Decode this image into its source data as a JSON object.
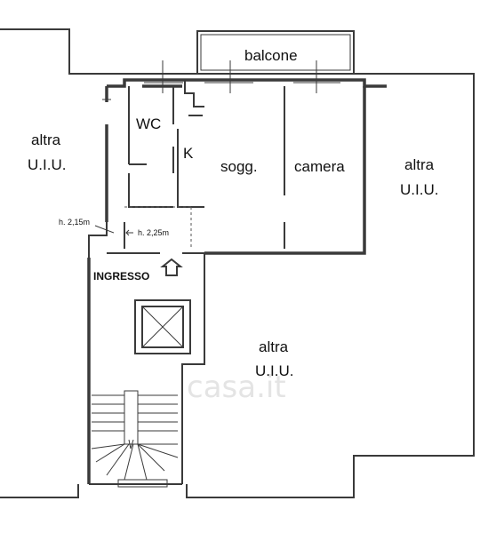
{
  "labels": {
    "balcone": "balcone",
    "wc": "WC",
    "k": "K",
    "sogg": "sogg.",
    "camera": "camera",
    "left_altra": "altra",
    "left_uiu": "U.I.U.",
    "right_altra": "altra",
    "right_uiu": "U.I.U.",
    "bottom_altra": "altra",
    "bottom_uiu": "U.I.U.",
    "ingresso": "INGRESSO",
    "h1": "h. 2,15m",
    "h2": "h. 2,25m"
  },
  "watermark": "casa.it"
}
